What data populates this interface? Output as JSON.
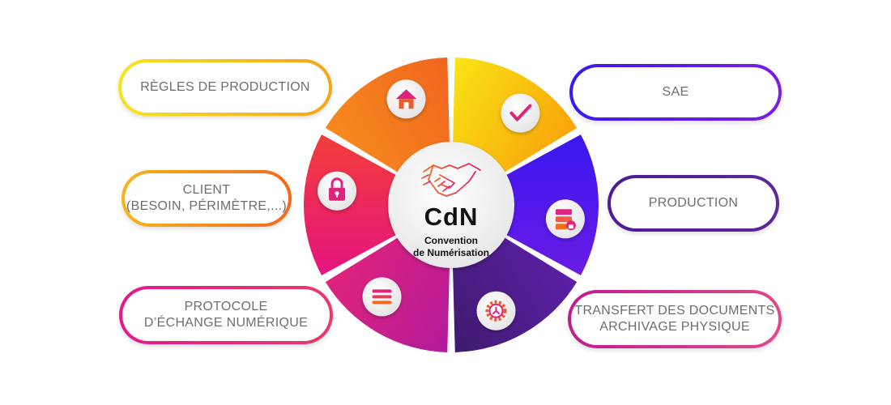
{
  "center": {
    "title": "CdN",
    "subtitle_line1": "Convention",
    "subtitle_line2": "de Numérisation",
    "icon": "handshake-icon"
  },
  "segments": [
    {
      "id": "regles",
      "icon": "checkmark-icon",
      "color_start": "#f9e415",
      "color_end": "#f9a40b"
    },
    {
      "id": "sae",
      "icon": "server-lock-icon",
      "color_start": "#3a17f2",
      "color_end": "#6a1be4"
    },
    {
      "id": "production",
      "icon": "gear-icon",
      "color_start": "#5c1fa6",
      "color_end": "#3e1b6e"
    },
    {
      "id": "transfert",
      "icon": "list-icon",
      "color_start": "#b21a99",
      "color_end": "#e0237c"
    },
    {
      "id": "protocole",
      "icon": "padlock-icon",
      "color_start": "#e5137f",
      "color_end": "#f23e3a"
    },
    {
      "id": "client",
      "icon": "home-icon",
      "color_start": "#f78a1d",
      "color_end": "#f0651f"
    }
  ],
  "labels": {
    "regles": {
      "lines": [
        "RÈGLES DE PRODUCTION"
      ],
      "border_start": "#f8e31c",
      "border_end": "#f5a41a"
    },
    "client": {
      "lines": [
        "CLIENT",
        "(BESOIN, PÉRIMÈTRE,...)"
      ],
      "border_start": "#f8b31c",
      "border_end": "#f06a1e"
    },
    "protocole": {
      "lines": [
        "PROTOCOLE",
        "D’ÉCHANGE NUMÉRIQUE"
      ],
      "border_start": "#e7178a",
      "border_end": "#e93a6a"
    },
    "sae": {
      "lines": [
        "SAE"
      ],
      "border_start": "#3b17f2",
      "border_end": "#7a1fe4"
    },
    "production": {
      "lines": [
        "PRODUCTION"
      ],
      "border_start": "#4c1a9a",
      "border_end": "#5e2a96"
    },
    "transfert": {
      "lines": [
        "TRANSFERT DES DOCUMENTS",
        "ARCHIVAGE PHYSIQUE"
      ],
      "border_start": "#c21c8c",
      "border_end": "#e04a8a"
    }
  }
}
